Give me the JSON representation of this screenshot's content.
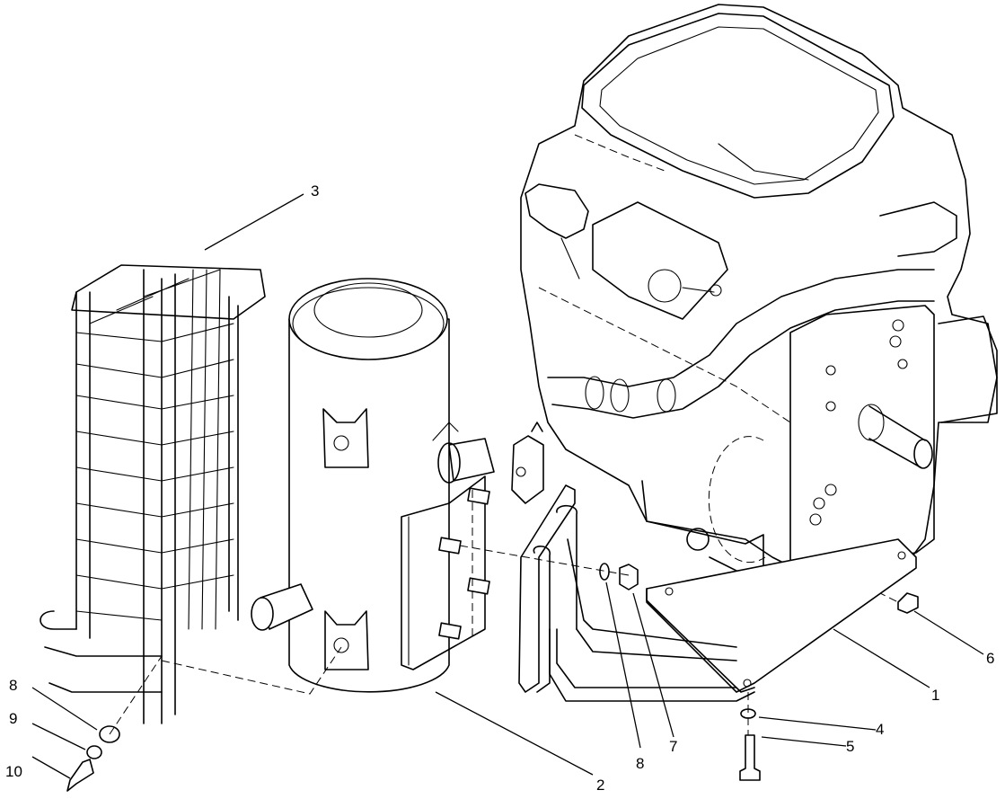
{
  "callouts": [
    {
      "id": "c1",
      "text": "1"
    },
    {
      "id": "c2",
      "text": "2"
    },
    {
      "id": "c3",
      "text": "3"
    },
    {
      "id": "c4",
      "text": "4"
    },
    {
      "id": "c5",
      "text": "5"
    },
    {
      "id": "c6",
      "text": "6"
    },
    {
      "id": "c7",
      "text": "7"
    },
    {
      "id": "c8a",
      "text": "8"
    },
    {
      "id": "c8b",
      "text": "8"
    },
    {
      "id": "c9",
      "text": "9"
    },
    {
      "id": "c10",
      "text": "10"
    }
  ]
}
